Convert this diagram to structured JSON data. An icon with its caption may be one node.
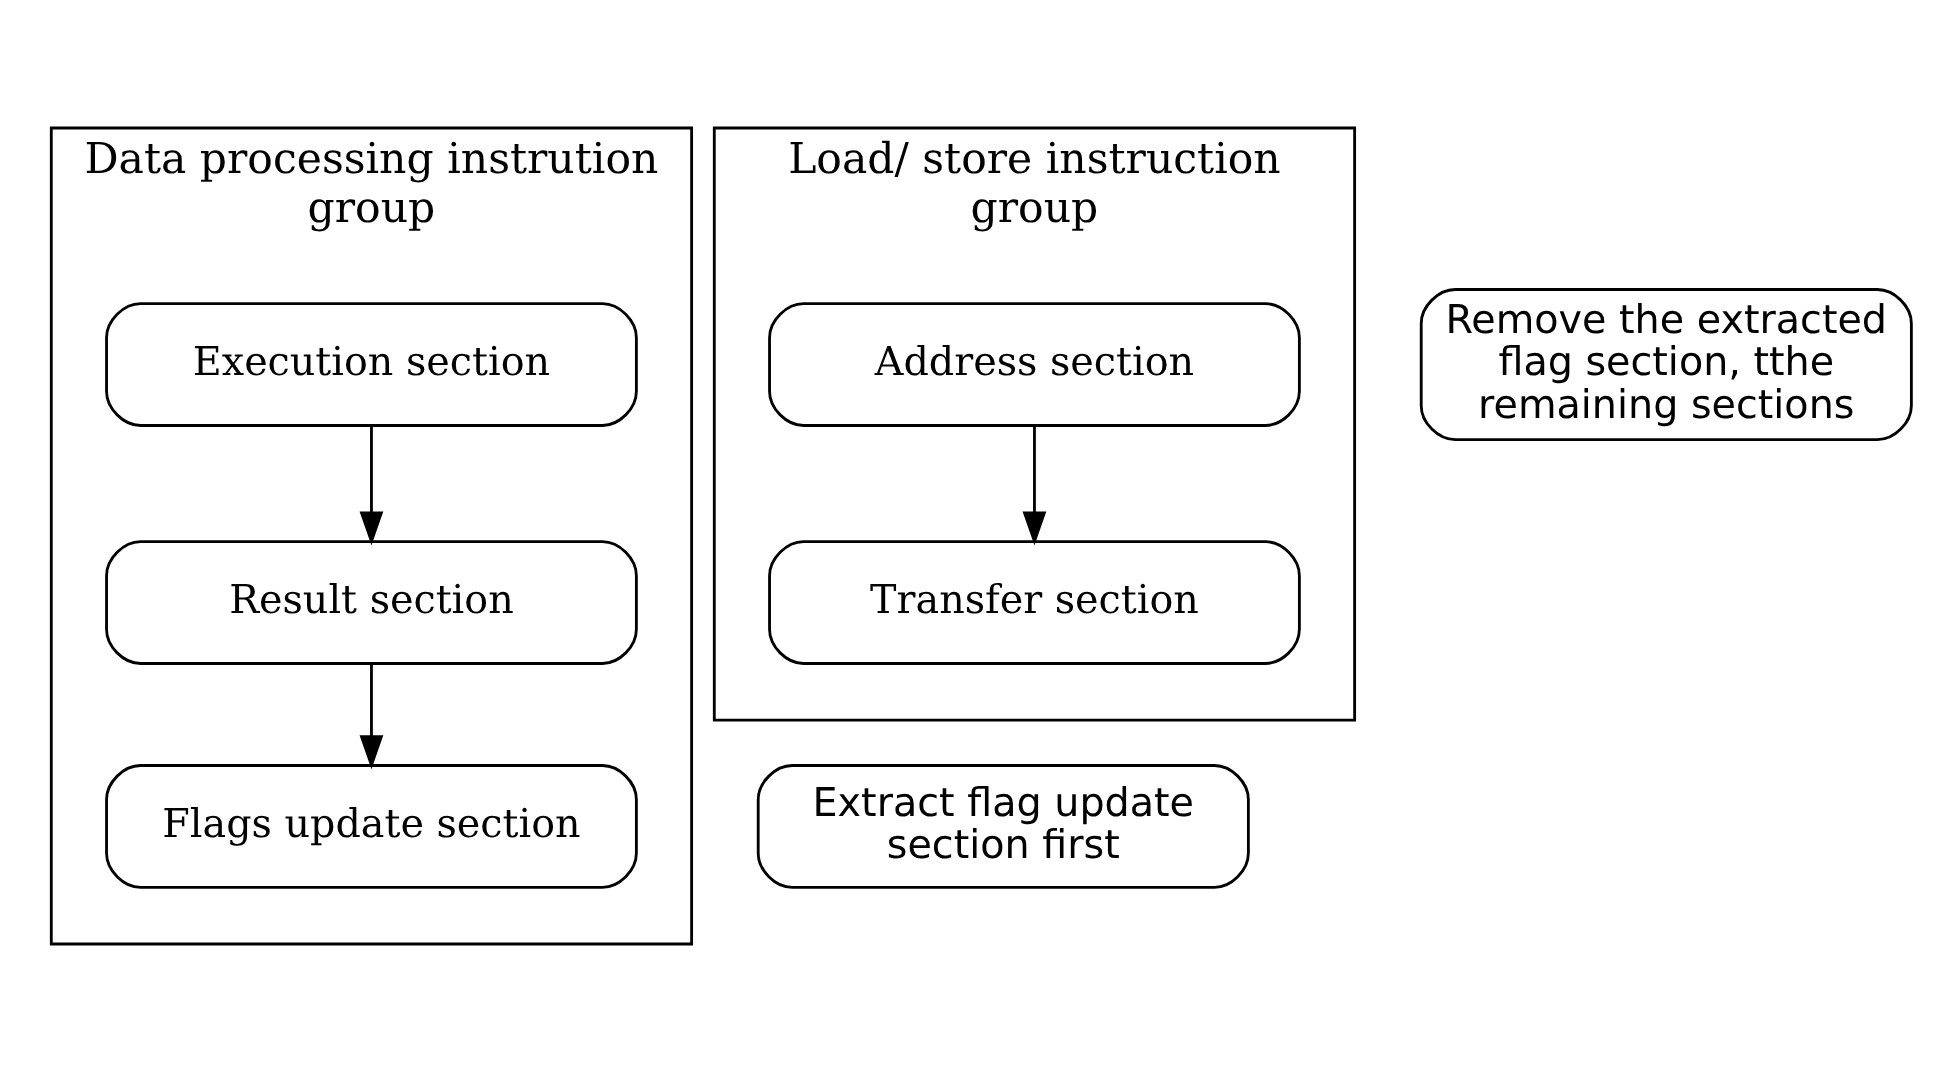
{
  "diagram": {
    "nodes": [
      {
        "text": [
          "Data processing instrution group"
        ]
      },
      {
        "text": [
          "Execution section"
        ],
        "in": 0
      },
      {
        "text": [
          "Result section"
        ],
        "in": 0
      },
      {
        "text": [
          "Flags update section"
        ],
        "in": 0
      },
      {
        "text": [
          "Load/ store instruction group"
        ]
      },
      {
        "text": [
          "Address section"
        ],
        "in": 4
      },
      {
        "text": [
          "Transfer section"
        ],
        "in": 4
      },
      {
        "text": [
          "Remove the extracted flag section, tthe remaining sections"
        ]
      },
      {
        "text": [
          "Extract flag update section first"
        ]
      }
    ],
    "edges": [
      {
        "from": 1,
        "to": 2,
        "arrow": "to"
      },
      {
        "from": 2,
        "to": 3,
        "arrow": "to"
      },
      {
        "from": 5,
        "to": 6,
        "arrow": "to"
      }
    ]
  }
}
